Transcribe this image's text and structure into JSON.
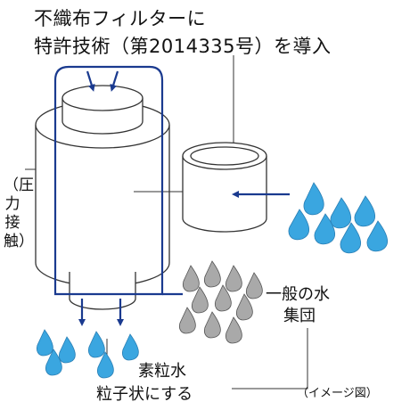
{
  "headline": {
    "line1": "不織布フィルターに",
    "line2": "特許技術（第2014335号）を導入"
  },
  "labels": {
    "pressure_contact": "（圧力接触）",
    "normal_water_line1": "一般の水",
    "normal_water_line2": "集団",
    "fine_water_line1": "素粒水",
    "fine_water_line2": "粒子状にする",
    "image_note": "（イメージ図）"
  },
  "colors": {
    "arrow_blue": "#1a3a8f",
    "drop_blue": "#3aa6e0",
    "drop_gray": "#a9a9a9",
    "outline": "#333333"
  }
}
